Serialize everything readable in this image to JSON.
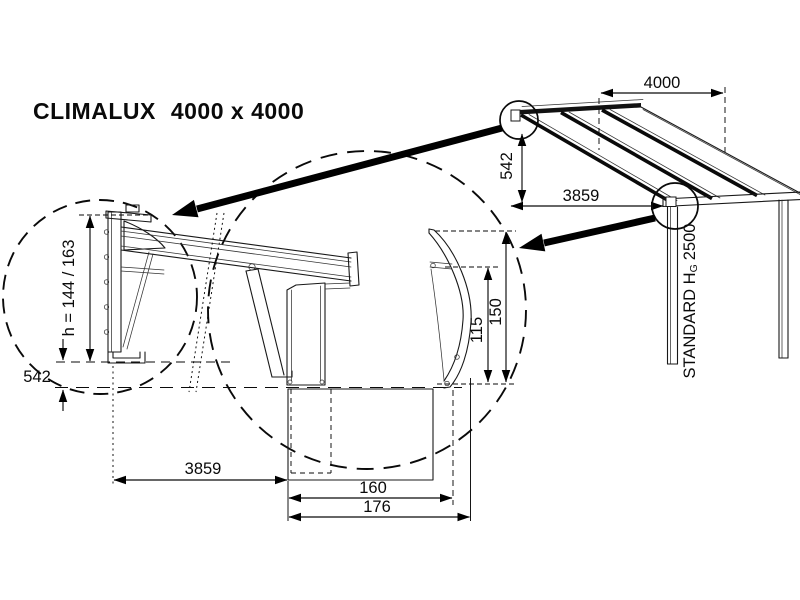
{
  "title": {
    "product": "CLIMALUX",
    "dimensions": "4000 x 4000"
  },
  "colors": {
    "ink": "#111111",
    "background": "#ffffff"
  },
  "overview": {
    "width": "4000",
    "drop": "542",
    "projection": "3859",
    "post_height_prefix": "STANDARD H",
    "post_height_subscript": "G",
    "post_height_value": "2500"
  },
  "wall_section": {
    "profile_height": "h = 144 / 163",
    "drop": "542",
    "projection": "3859"
  },
  "front_section": {
    "glass_edge_height": "115",
    "fascia_height": "150",
    "beam_depth_inner": "160",
    "beam_depth_outer": "176"
  }
}
